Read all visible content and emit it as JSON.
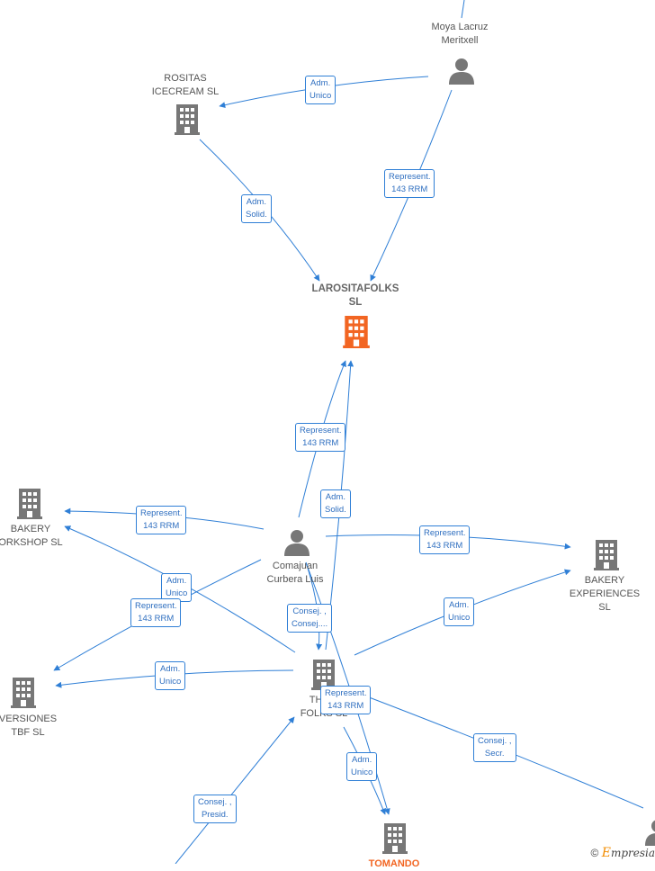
{
  "colors": {
    "edge": "#2f7fd6",
    "company_icon": "#777777",
    "focus_icon": "#f26522",
    "person_icon": "#777777"
  },
  "nodes": {
    "moya": {
      "lines": [
        "Moya Lacruz",
        "Meritxell"
      ],
      "icon": "person-icon"
    },
    "rositas": {
      "lines": [
        "ROSITAS",
        "ICECREAM  SL"
      ],
      "icon": "building-icon"
    },
    "larosita": {
      "lines": [
        "LAROSITAFOLKS",
        "SL"
      ],
      "icon": "building-icon"
    },
    "bakery_workshop": {
      "lines": [
        "BAKERY",
        "ORKSHOP  SL"
      ],
      "icon": "building-icon"
    },
    "comajuan": {
      "lines": [
        "Comajuan",
        "Curbera Luis"
      ],
      "icon": "person-icon"
    },
    "bakery_exp": {
      "lines": [
        "BAKERY",
        "EXPERIENCES",
        "SL"
      ],
      "icon": "building-icon"
    },
    "inversiones": {
      "lines": [
        "VERSIONES",
        "TBF  SL"
      ],
      "icon": "building-icon"
    },
    "the_b": {
      "lines": [
        "THE B",
        "FOLKS SL"
      ],
      "icon": "building-icon"
    },
    "tomando": {
      "lines": [
        "TOMANDO"
      ],
      "icon": "building-icon"
    },
    "br_person": {
      "lines": [],
      "icon": "person-icon"
    }
  },
  "edges": [
    {
      "id": "e1",
      "lines": [
        "Adm.",
        "Unico"
      ]
    },
    {
      "id": "e2",
      "lines": [
        "Represent.",
        "143 RRM"
      ]
    },
    {
      "id": "e3",
      "lines": [
        "Adm.",
        "Solid."
      ]
    },
    {
      "id": "e4",
      "lines": [
        "Represent.",
        "143 RRM"
      ]
    },
    {
      "id": "e5",
      "lines": [
        "Adm.",
        "Solid."
      ]
    },
    {
      "id": "e6",
      "lines": [
        "Represent.",
        "143 RRM"
      ]
    },
    {
      "id": "e7",
      "lines": [
        "Represent.",
        "143 RRM"
      ]
    },
    {
      "id": "e8",
      "lines": [
        "Adm.",
        "Unico"
      ]
    },
    {
      "id": "e9",
      "lines": [
        "Represent.",
        "143 RRM"
      ]
    },
    {
      "id": "e10",
      "lines": [
        "Consej. ,",
        "Consej...."
      ]
    },
    {
      "id": "e11",
      "lines": [
        "Adm.",
        "Unico"
      ]
    },
    {
      "id": "e12",
      "lines": [
        "Adm.",
        "Unico"
      ]
    },
    {
      "id": "e13",
      "lines": [
        "Represent.",
        "143 RRM"
      ]
    },
    {
      "id": "e14",
      "lines": [
        "Consej. ,",
        "Secr."
      ]
    },
    {
      "id": "e15",
      "lines": [
        "Adm.",
        "Unico"
      ]
    },
    {
      "id": "e16",
      "lines": [
        "Consej. ,",
        "Presid."
      ]
    }
  ],
  "watermark": {
    "copyright": "©",
    "brand_first": "E",
    "brand_rest": "mpresia"
  }
}
